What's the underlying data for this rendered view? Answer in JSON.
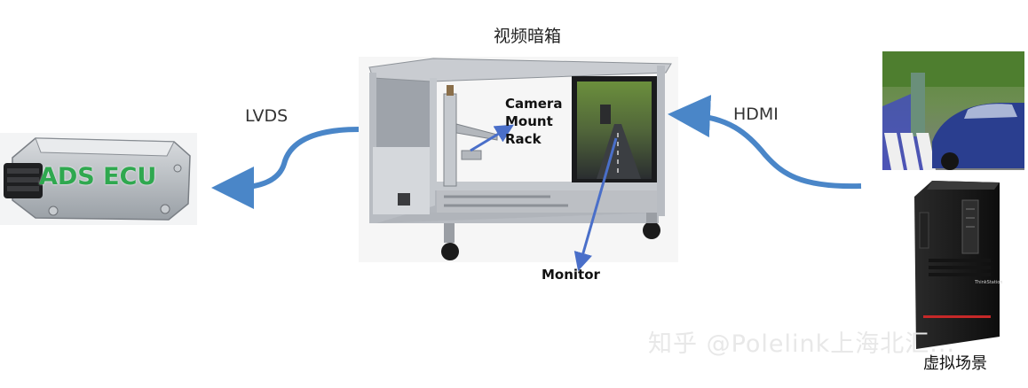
{
  "title": "视频暗箱",
  "arrow_left_label": "LVDS",
  "arrow_right_label": "HDMI",
  "ecu_label": "ADS ECU",
  "camera_label": "Camera Mount Rack",
  "monitor_label": "Monitor",
  "virtual_scene_label": "虚拟场景",
  "watermark": "知乎 @Polelink上海北汇...",
  "pc_brand": "ThinkStation",
  "colors": {
    "arrow": "#4a86c8",
    "ecu_text": "#2fa84f",
    "frame": "#b8bcc2",
    "panel": "#9ea3aa"
  }
}
